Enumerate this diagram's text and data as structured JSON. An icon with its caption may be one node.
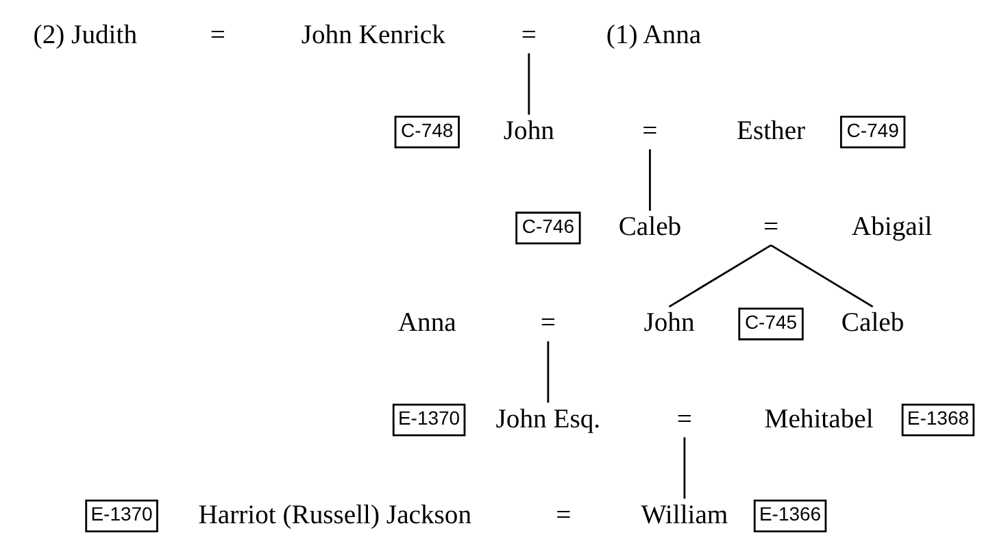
{
  "diagram": {
    "nodes": [
      {
        "text": [
          "(2) Judith"
        ]
      },
      {
        "text": [
          "="
        ]
      },
      {
        "text": [
          "John Kenrick"
        ]
      },
      {
        "text": [
          "="
        ]
      },
      {
        "text": [
          "(1) Anna"
        ]
      },
      {
        "text": [
          "C-748"
        ]
      },
      {
        "text": [
          "John"
        ]
      },
      {
        "text": [
          "="
        ]
      },
      {
        "text": [
          "Esther"
        ]
      },
      {
        "text": [
          "C-749"
        ]
      },
      {
        "text": [
          "C-746"
        ]
      },
      {
        "text": [
          "Caleb"
        ]
      },
      {
        "text": [
          "="
        ]
      },
      {
        "text": [
          "Abigail"
        ]
      },
      {
        "text": [
          "Anna"
        ]
      },
      {
        "text": [
          "="
        ]
      },
      {
        "text": [
          "John"
        ]
      },
      {
        "text": [
          "C-745"
        ]
      },
      {
        "text": [
          "Caleb"
        ]
      },
      {
        "text": [
          "E-1370"
        ]
      },
      {
        "text": [
          "John Esq."
        ]
      },
      {
        "text": [
          "="
        ]
      },
      {
        "text": [
          "Mehitabel"
        ]
      },
      {
        "text": [
          "E-1368"
        ]
      },
      {
        "text": [
          "E-1370"
        ]
      },
      {
        "text": [
          "Harriot (Russell) Jackson"
        ]
      },
      {
        "text": [
          "="
        ]
      },
      {
        "text": [
          "William"
        ]
      },
      {
        "text": [
          "E-1366"
        ]
      }
    ],
    "edges": [
      {
        "from": 3,
        "to": 6,
        "arrow": "none"
      },
      {
        "from": 7,
        "to": 11,
        "arrow": "none"
      },
      {
        "from": 12,
        "to": 16,
        "arrow": "none"
      },
      {
        "from": 12,
        "to": 18,
        "arrow": "none"
      },
      {
        "from": 15,
        "to": 20,
        "arrow": "none"
      },
      {
        "from": 21,
        "to": 27,
        "arrow": "none"
      }
    ]
  }
}
